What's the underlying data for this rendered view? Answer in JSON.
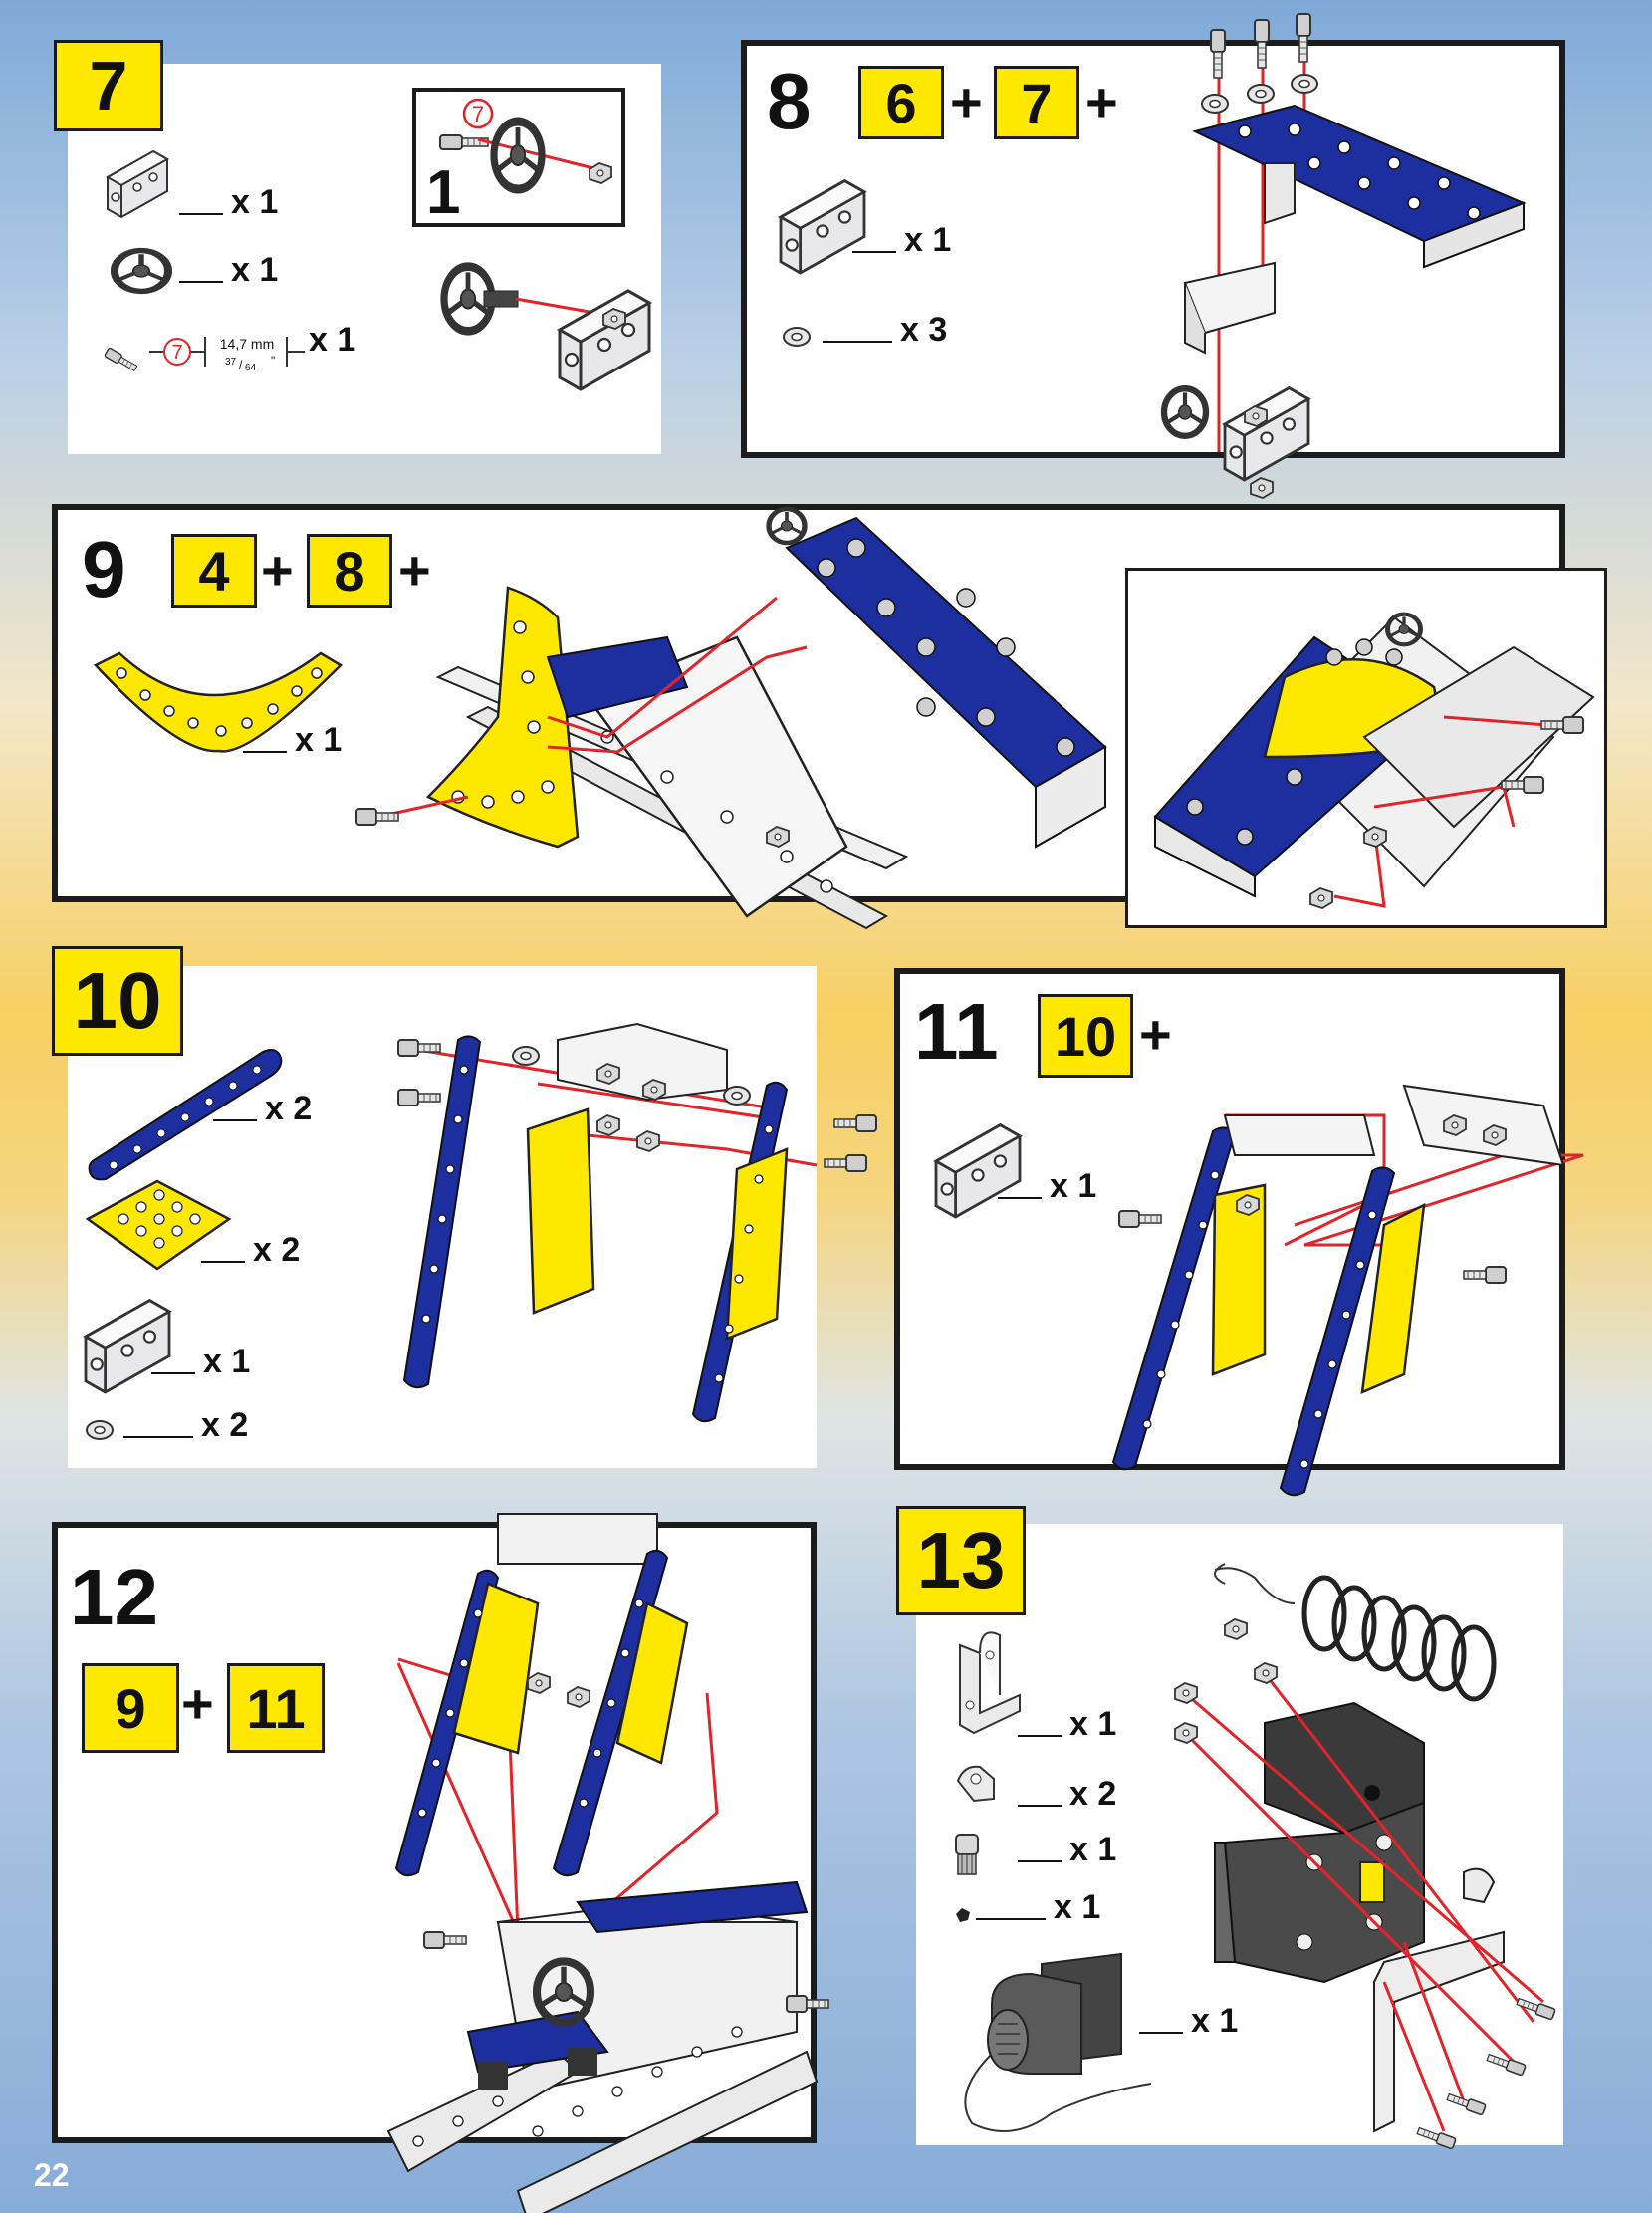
{
  "page_number": "22",
  "colors": {
    "yellow": "#ffe800",
    "blue": "#1d2f9e",
    "red_line": "#e2242a",
    "frame": "#1c1c1c"
  },
  "steps": {
    "s7": {
      "number": "7",
      "parts": [
        {
          "icon": "angle-bracket-icon",
          "qty": "x 1"
        },
        {
          "icon": "steering-wheel-icon",
          "qty": "x 1"
        },
        {
          "icon": "bolt-icon",
          "qty": "x 1",
          "callout": "7",
          "dim_mm": "14,7 mm",
          "dim_in_num": "37",
          "dim_in_den": "64",
          "dim_in_unit": "\""
        }
      ],
      "inset_number": "1",
      "inset_callout": "7"
    },
    "s8": {
      "number": "8",
      "refs": [
        "6",
        "7"
      ],
      "plus": "+",
      "parts": [
        {
          "icon": "angle-bracket-icon",
          "qty": "x 1"
        },
        {
          "icon": "washer-icon",
          "qty": "x 3"
        }
      ]
    },
    "s9": {
      "number": "9",
      "refs": [
        "4",
        "8"
      ],
      "plus": "+",
      "parts": [
        {
          "icon": "curved-plate-icon",
          "qty": "x 1"
        }
      ]
    },
    "s10": {
      "number": "10",
      "parts": [
        {
          "icon": "strip-icon",
          "qty": "x 2"
        },
        {
          "icon": "square-plate-icon",
          "qty": "x 2"
        },
        {
          "icon": "angle-bracket-icon",
          "qty": "x 1"
        },
        {
          "icon": "washer-icon",
          "qty": "x 2"
        }
      ]
    },
    "s11": {
      "number": "11",
      "refs": [
        "10"
      ],
      "plus": "+",
      "parts": [
        {
          "icon": "angle-bracket-icon",
          "qty": "x 1"
        }
      ]
    },
    "s12": {
      "number": "12",
      "refs": [
        "9",
        "11"
      ],
      "plus": "+"
    },
    "s13": {
      "number": "13",
      "parts": [
        {
          "icon": "angle-bracket-icon",
          "qty": "x 1"
        },
        {
          "icon": "small-bracket-icon",
          "qty": "x 2"
        },
        {
          "icon": "pinion-icon",
          "qty": "x 1"
        },
        {
          "icon": "grub-screw-icon",
          "qty": "x 1"
        },
        {
          "icon": "motor-icon",
          "qty": "x 1"
        }
      ]
    }
  }
}
